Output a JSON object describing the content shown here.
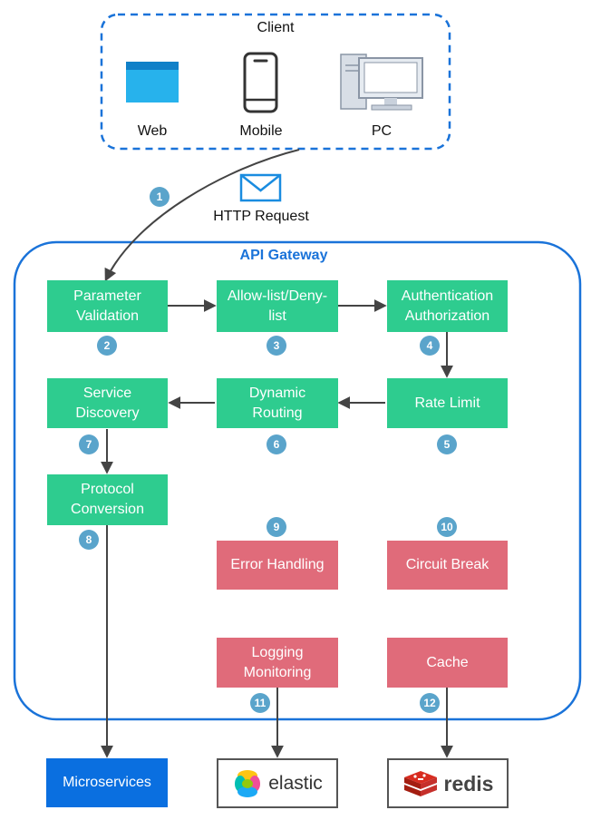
{
  "client": {
    "title": "Client",
    "items": [
      {
        "label": "Web",
        "icon": "browser-window-icon"
      },
      {
        "label": "Mobile",
        "icon": "mobile-phone-icon"
      },
      {
        "label": "PC",
        "icon": "desktop-computer-icon"
      }
    ]
  },
  "request": {
    "label": "HTTP Request",
    "icon": "envelope-icon",
    "step": "1"
  },
  "gateway": {
    "title": "API Gateway",
    "steps": [
      {
        "id": "parameter-validation",
        "lines": [
          "Parameter",
          "Validation"
        ],
        "step": "2"
      },
      {
        "id": "allow-deny-list",
        "lines": [
          "Allow-list/Deny-",
          "list"
        ],
        "step": "3"
      },
      {
        "id": "authentication-authorization",
        "lines": [
          "Authentication",
          "Authorization"
        ],
        "step": "4"
      },
      {
        "id": "rate-limit",
        "lines": [
          "Rate Limit"
        ],
        "step": "5"
      },
      {
        "id": "dynamic-routing",
        "lines": [
          "Dynamic",
          "Routing"
        ],
        "step": "6"
      },
      {
        "id": "service-discovery",
        "lines": [
          "Service",
          "Discovery"
        ],
        "step": "7"
      },
      {
        "id": "protocol-conversion",
        "lines": [
          "Protocol",
          "Conversion"
        ],
        "step": "8"
      },
      {
        "id": "error-handling",
        "lines": [
          "Error Handling"
        ],
        "step": "9"
      },
      {
        "id": "circuit-break",
        "lines": [
          "Circuit Break"
        ],
        "step": "10"
      },
      {
        "id": "logging-monitoring",
        "lines": [
          "Logging",
          "Monitoring"
        ],
        "step": "11"
      },
      {
        "id": "cache",
        "lines": [
          "Cache"
        ],
        "step": "12"
      }
    ]
  },
  "backends": {
    "microservices": "Microservices",
    "elastic": "elastic",
    "redis": "redis"
  },
  "colors": {
    "process": "#2ecc8f",
    "cross_cutting": "#e06b7a",
    "badge": "#5aa4cb",
    "gateway_border": "#1a73d9",
    "microservices": "#0a6fe0"
  }
}
